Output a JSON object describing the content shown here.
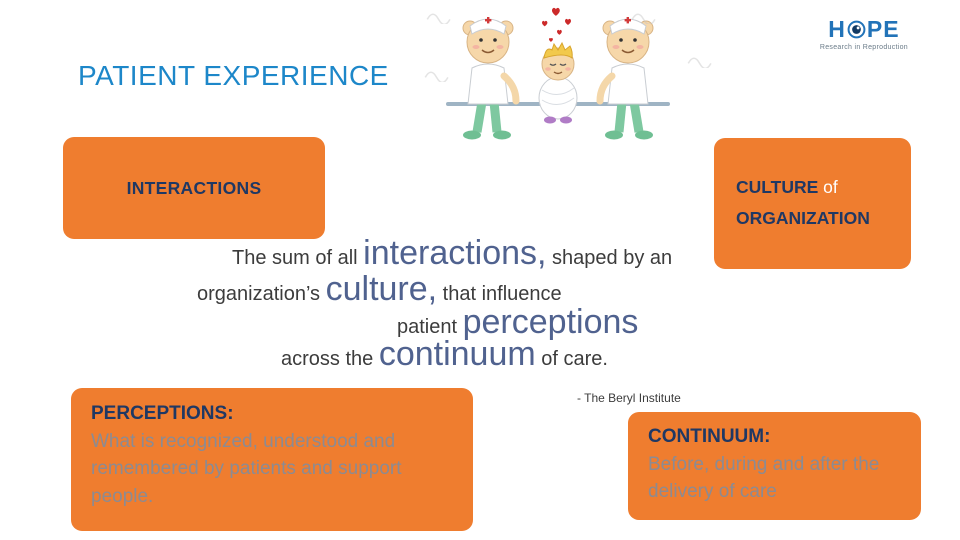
{
  "title": "PATIENT EXPERIENCE",
  "logo": {
    "h": "H",
    "pe": "PE",
    "subtext": "Research in Reproduction"
  },
  "boxes": {
    "interactions": "INTERACTIONS",
    "culture_bold1": "CULTURE",
    "culture_normal": " of",
    "culture_bold2": "ORGANIZATION",
    "perceptions_heading": "PERCEPTIONS:",
    "perceptions_body": "What is recognized, understood and remembered by patients and support people.",
    "continuum_heading": "CONTINUUM:",
    "continuum_body": "Before, during and after the delivery of care"
  },
  "definition": {
    "l1a": "The sum of all ",
    "l1b": "interactions,",
    "l1c": " shaped by an",
    "l2a": "organization’s ",
    "l2b": "culture,",
    "l2c": " that influence",
    "l3a": "patient ",
    "l3b": "perceptions",
    "l4a": "across the ",
    "l4b": "continuum",
    "l4c": " of care."
  },
  "attribution": "- The Beryl Institute",
  "colors": {
    "orange": "#ef7d2f",
    "navy": "#1f3864",
    "title_blue": "#1d87c9",
    "big_word_blue": "#50628f",
    "body_gray": "#8b8b93"
  }
}
